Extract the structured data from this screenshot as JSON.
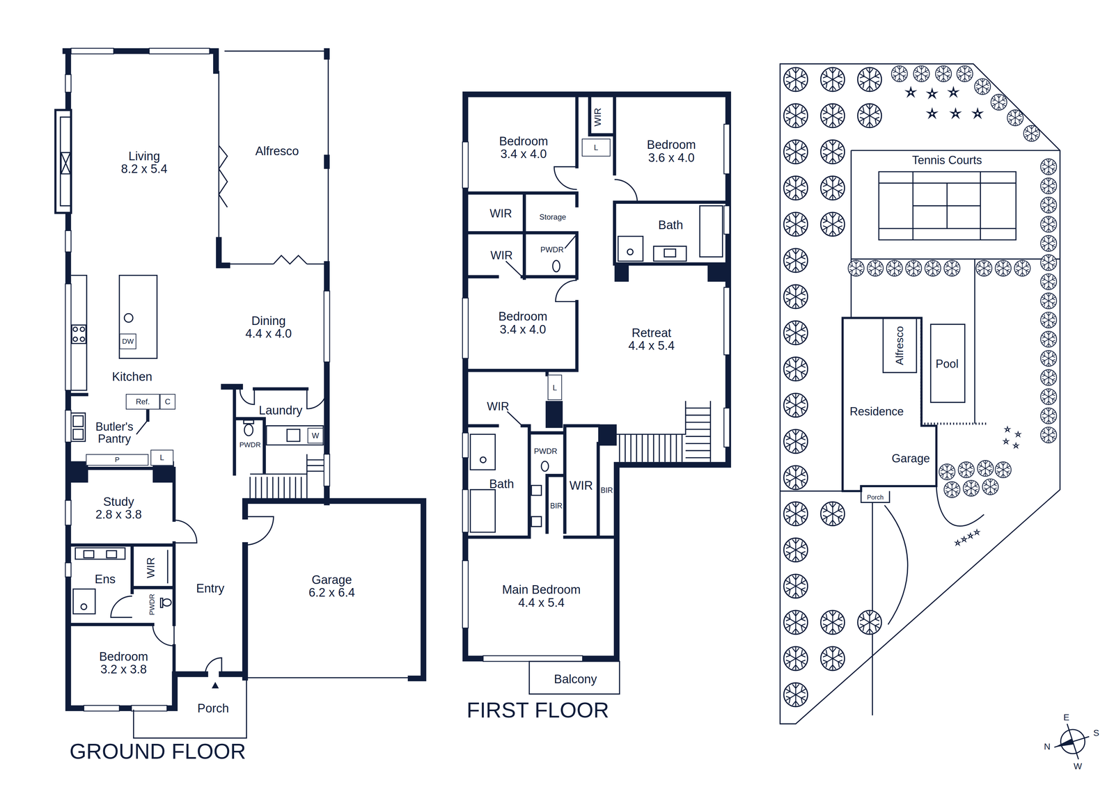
{
  "diagram": {
    "nodes": [
      {
        "text": [
          "Living",
          "8.2 x 5.4"
        ]
      },
      {
        "text": [
          "Alfresco"
        ]
      },
      {
        "text": [
          "DW"
        ]
      },
      {
        "text": [
          "Dining",
          "4.4 x 4.0"
        ]
      },
      {
        "text": [
          "Kitchen"
        ]
      },
      {
        "text": [
          "Ref."
        ]
      },
      {
        "text": [
          "C"
        ]
      },
      {
        "text": [
          "Laundry"
        ]
      },
      {
        "text": [
          "Butler's Pantry"
        ]
      },
      {
        "text": [
          "W"
        ]
      },
      {
        "text": [
          "PWDR"
        ]
      },
      {
        "text": [
          "P"
        ]
      },
      {
        "text": [
          "L"
        ]
      },
      {
        "text": [
          "Study",
          "2.8 x 3.8"
        ]
      },
      {
        "text": [
          "WIR"
        ]
      },
      {
        "text": [
          "Ens"
        ]
      },
      {
        "text": [
          "Entry"
        ]
      },
      {
        "text": [
          "Garage",
          "6.2 x 6.4"
        ]
      },
      {
        "text": [
          "PWDR"
        ]
      },
      {
        "text": [
          "Bedroom",
          "3.2 x 3.8"
        ]
      },
      {
        "text": [
          "Porch"
        ]
      },
      {
        "text": [
          "Bedroom",
          "3.4 x 4.0"
        ]
      },
      {
        "text": [
          "WIR"
        ]
      },
      {
        "text": [
          "Bedroom",
          "3.6 x 4.0"
        ]
      },
      {
        "text": [
          "L"
        ]
      },
      {
        "text": [
          "WIR"
        ]
      },
      {
        "text": [
          "Storage"
        ]
      },
      {
        "text": [
          "Bath"
        ]
      },
      {
        "text": [
          "WIR"
        ]
      },
      {
        "text": [
          "PWDR"
        ]
      },
      {
        "text": [
          "Bedroom",
          "3.4 x 4.0"
        ]
      },
      {
        "text": [
          "Retreat",
          "4.4 x 5.4"
        ]
      },
      {
        "text": [
          "WIR"
        ]
      },
      {
        "text": [
          "L"
        ]
      },
      {
        "text": [
          "PWDR"
        ]
      },
      {
        "text": [
          "Bath"
        ]
      },
      {
        "text": [
          "WIR"
        ]
      },
      {
        "text": [
          "BIR"
        ]
      },
      {
        "text": [
          "BIR"
        ]
      },
      {
        "text": [
          "Main Bedroom",
          "4.4 x 5.4"
        ]
      },
      {
        "text": [
          "Balcony"
        ]
      },
      {
        "text": [
          "Tennis Courts"
        ]
      },
      {
        "text": [
          "Alfresco"
        ]
      },
      {
        "text": [
          "Pool"
        ]
      },
      {
        "text": [
          "Residence"
        ]
      },
      {
        "text": [
          "Garage"
        ]
      },
      {
        "text": [
          "Porch"
        ]
      }
    ],
    "labels": [
      "GROUND FLOOR",
      "FIRST FLOOR",
      "E",
      "S",
      "N",
      "W"
    ]
  }
}
